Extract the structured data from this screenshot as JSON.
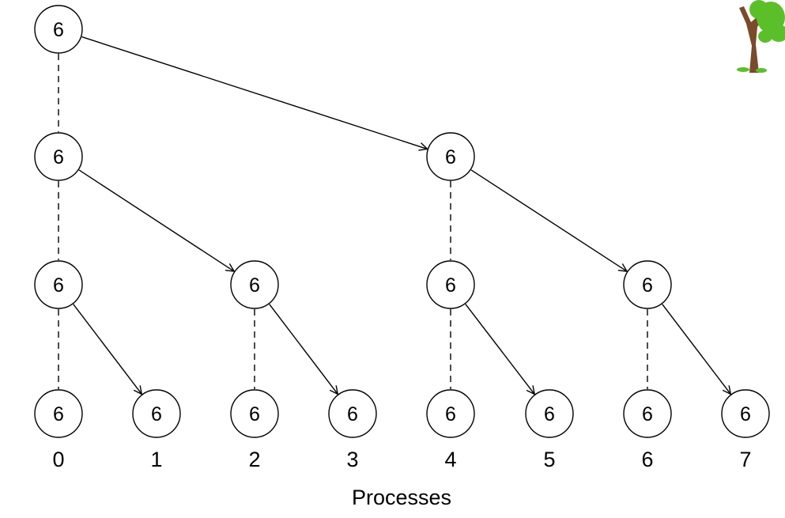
{
  "nodes": [
    {
      "id": "l0_p0",
      "value": "6"
    },
    {
      "id": "l1_p0",
      "value": "6"
    },
    {
      "id": "l1_p4",
      "value": "6"
    },
    {
      "id": "l2_p0",
      "value": "6"
    },
    {
      "id": "l2_p2",
      "value": "6"
    },
    {
      "id": "l2_p4",
      "value": "6"
    },
    {
      "id": "l2_p6",
      "value": "6"
    },
    {
      "id": "l3_p0",
      "value": "6"
    },
    {
      "id": "l3_p1",
      "value": "6"
    },
    {
      "id": "l3_p2",
      "value": "6"
    },
    {
      "id": "l3_p3",
      "value": "6"
    },
    {
      "id": "l3_p4",
      "value": "6"
    },
    {
      "id": "l3_p5",
      "value": "6"
    },
    {
      "id": "l3_p6",
      "value": "6"
    },
    {
      "id": "l3_p7",
      "value": "6"
    }
  ],
  "edges": [
    {
      "from": "l0_p0",
      "to": "l1_p0",
      "style": "dashed"
    },
    {
      "from": "l0_p0",
      "to": "l1_p4",
      "style": "arrow"
    },
    {
      "from": "l1_p0",
      "to": "l2_p0",
      "style": "dashed"
    },
    {
      "from": "l1_p0",
      "to": "l2_p2",
      "style": "arrow"
    },
    {
      "from": "l1_p4",
      "to": "l2_p4",
      "style": "dashed"
    },
    {
      "from": "l1_p4",
      "to": "l2_p6",
      "style": "arrow"
    },
    {
      "from": "l2_p0",
      "to": "l3_p0",
      "style": "dashed"
    },
    {
      "from": "l2_p0",
      "to": "l3_p1",
      "style": "arrow"
    },
    {
      "from": "l2_p2",
      "to": "l3_p2",
      "style": "dashed"
    },
    {
      "from": "l2_p2",
      "to": "l3_p3",
      "style": "arrow"
    },
    {
      "from": "l2_p4",
      "to": "l3_p4",
      "style": "dashed"
    },
    {
      "from": "l2_p4",
      "to": "l3_p5",
      "style": "arrow"
    },
    {
      "from": "l2_p6",
      "to": "l3_p6",
      "style": "dashed"
    },
    {
      "from": "l2_p6",
      "to": "l3_p7",
      "style": "arrow"
    }
  ],
  "process_labels": [
    "0",
    "1",
    "2",
    "3",
    "4",
    "5",
    "6",
    "7"
  ],
  "axis_title": "Processes",
  "decoration": {
    "icon": "tree-icon",
    "trunk_color": "#7a4a2a",
    "leaf_color": "#5bbf2a"
  }
}
